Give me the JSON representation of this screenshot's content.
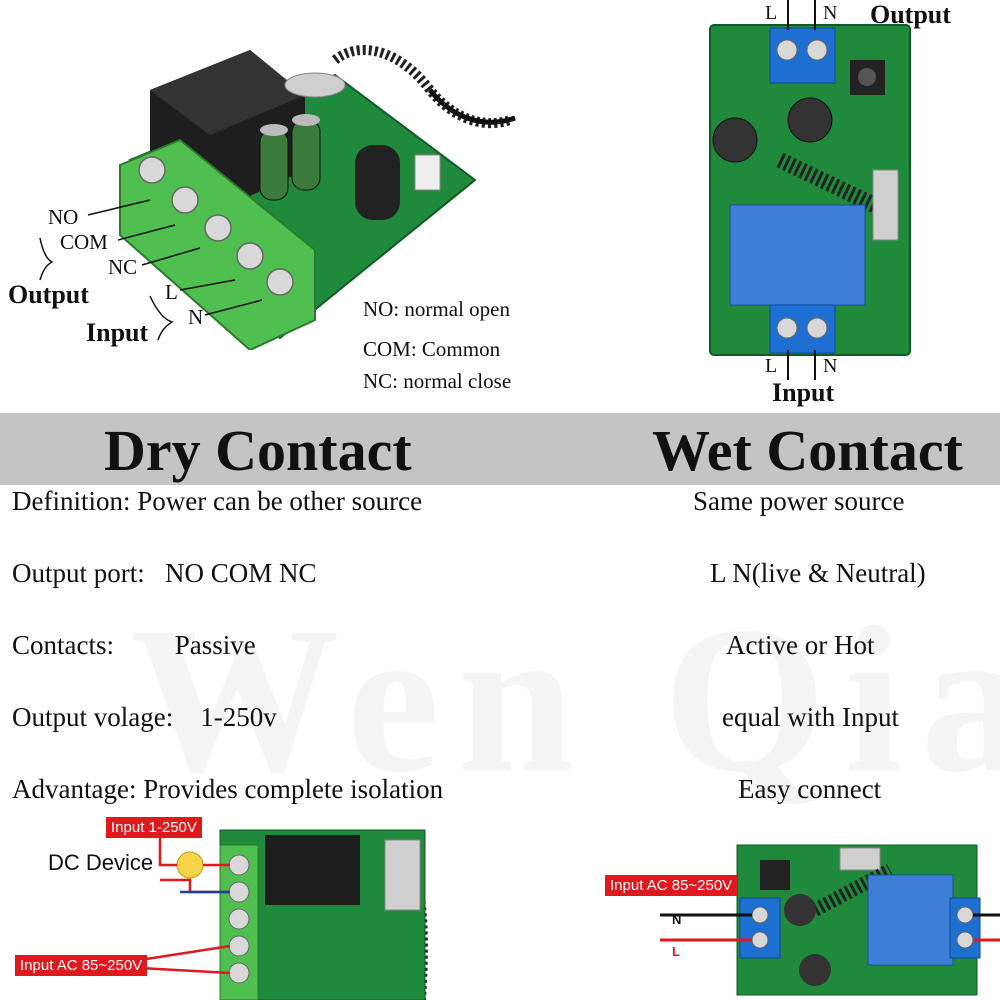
{
  "dry_photo": {
    "labels": {
      "no": "NO",
      "com": "COM",
      "nc": "NC",
      "l": "L",
      "n": "N"
    },
    "output_label": "Output",
    "input_label": "Input",
    "legend": {
      "no": "NO: normal open",
      "com": "COM: Common",
      "nc": "NC: normal close"
    }
  },
  "wet_photo": {
    "top_l": "L",
    "top_n": "N",
    "output_label": "Output",
    "bottom_l": "L",
    "bottom_n": "N",
    "input_label": "Input"
  },
  "banner": {
    "dry": "Dry Contact",
    "wet": "Wet Contact"
  },
  "rows": [
    {
      "left": "Definition: Power can be other source",
      "right": "Same power source"
    },
    {
      "left": "Output port:   NO COM NC",
      "right": "L N(live & Neutral)"
    },
    {
      "left": "Contacts:         Passive",
      "right": "Active or Hot"
    },
    {
      "left": "Output volage:    1-250v",
      "right": "equal with Input"
    },
    {
      "left": "Advantage: Provides complete isolation",
      "right": "Easy connect"
    }
  ],
  "watermark": "Wen Qia",
  "dry_diagram": {
    "input_tag": "Input 1-250V",
    "device_label": "DC Device",
    "ac_tag": "Input AC 85~250V"
  },
  "wet_diagram": {
    "ac_tag": "Input AC 85~250V",
    "wire_n": "N",
    "wire_l": "L"
  },
  "colors": {
    "pcb_green": "#1f8a3c",
    "terminal_green": "#4fbf4f",
    "terminal_blue": "#1d6fd1",
    "relay_blue": "#3d7fd6",
    "tag_red": "#e0191e",
    "banner_gray": "#c4c4c4"
  }
}
